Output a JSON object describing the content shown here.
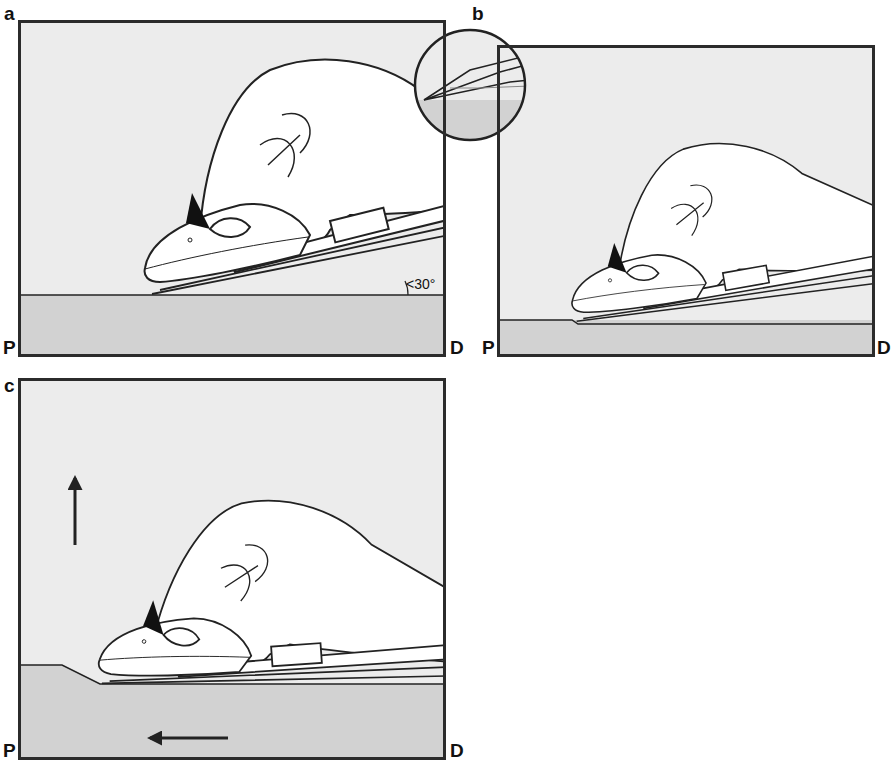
{
  "diagram": {
    "nodes": [
      {
        "text": [
          "a",
          "P",
          "D",
          "<30°"
        ]
      },
      {
        "text": [
          "b",
          "P",
          "D"
        ]
      },
      {
        "text": [
          "c",
          "P",
          "D"
        ]
      }
    ]
  }
}
